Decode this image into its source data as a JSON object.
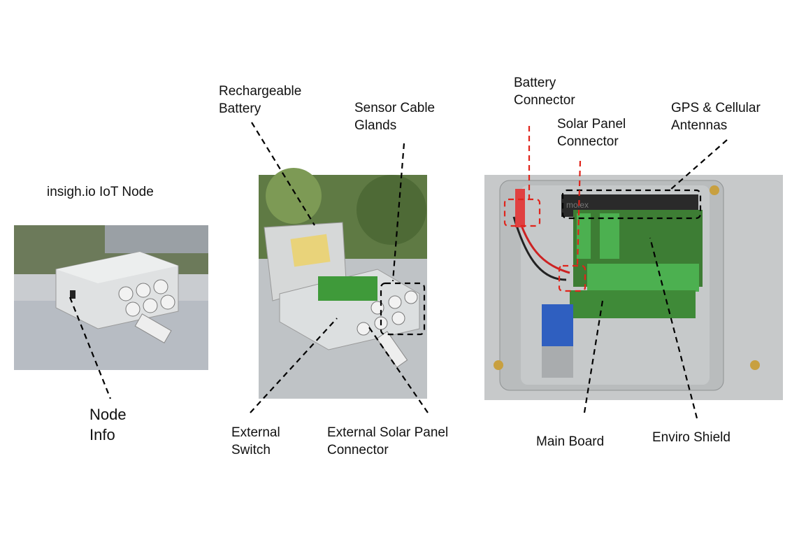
{
  "title": "insigh.io IoT Node",
  "labels": {
    "node_info": [
      "Node",
      "Info"
    ],
    "rechargeable_battery": [
      "Rechargeable",
      "Battery"
    ],
    "sensor_cable_glands": [
      "Sensor Cable",
      "Glands"
    ],
    "external_switch": [
      "External",
      "Switch"
    ],
    "external_solar_panel_connector": [
      "External Solar Panel",
      "Connector"
    ],
    "battery_connector": [
      "Battery",
      "Connector"
    ],
    "solar_panel_connector": [
      "Solar Panel",
      "Connector"
    ],
    "gps_cellular_antennas": [
      "GPS & Cellular",
      "Antennas"
    ],
    "main_board": "Main Board",
    "enviro_shield": "Enviro Shield"
  },
  "photo_text": {
    "antenna_brand": "molex"
  },
  "colors": {
    "highlight_red": "#e0241b",
    "leader_black": "#000000",
    "board_green": "#3f9a3a",
    "enclosure_grey": "#b9bcbd"
  }
}
